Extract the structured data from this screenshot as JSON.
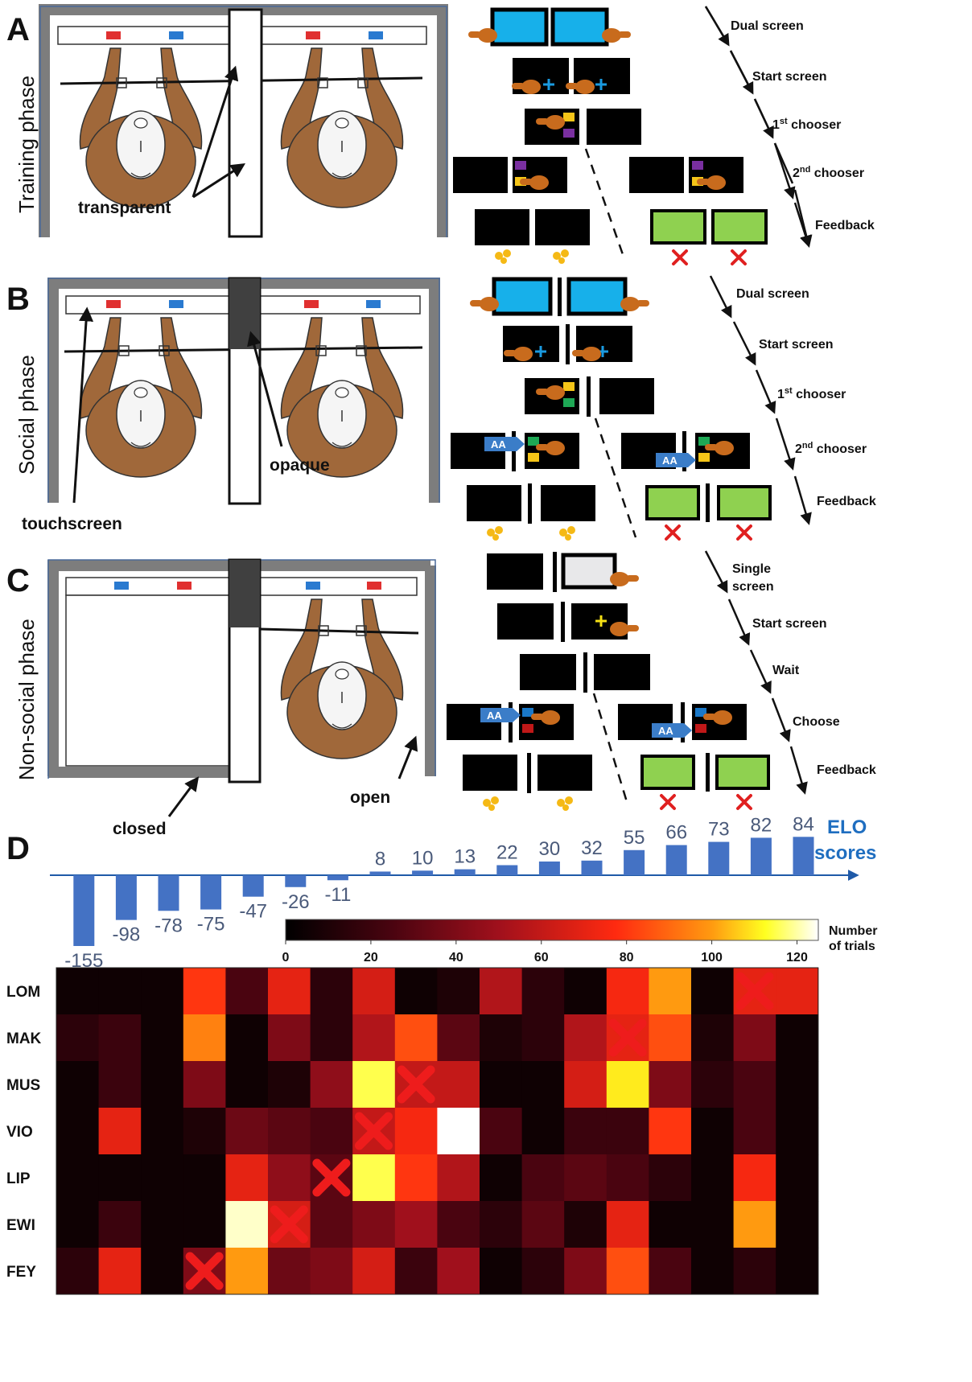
{
  "panels": {
    "A": {
      "letter": "A",
      "phase": "Training phase",
      "annotations": [
        "transparent"
      ],
      "steps": [
        "Dual screen",
        "Start screen",
        "1st chooser",
        "2nd chooser",
        "Feedback"
      ]
    },
    "B": {
      "letter": "B",
      "phase": "Social phase",
      "annotations": [
        "opaque",
        "touchscreen"
      ],
      "steps": [
        "Dual screen",
        "Start screen",
        "1st chooser",
        "2nd chooser",
        "Feedback"
      ]
    },
    "C": {
      "letter": "C",
      "phase": "Non-social phase",
      "annotations": [
        "open",
        "closed"
      ],
      "steps": [
        "Single screen",
        "Start screen",
        "Wait",
        "Choose",
        "Feedback"
      ]
    },
    "D": {
      "letter": "D"
    }
  },
  "badge_text": "AA",
  "elo": {
    "title_line1": "ELO",
    "title_line2": "scores",
    "values": [
      -155,
      -98,
      -78,
      -75,
      -47,
      -26,
      -11,
      8,
      10,
      13,
      22,
      30,
      32,
      55,
      66,
      73,
      82,
      84
    ]
  },
  "colorbar": {
    "title_line1": "Number",
    "title_line2": "of trials",
    "ticks": [
      0,
      20,
      40,
      60,
      80,
      100,
      120
    ],
    "max": 125
  },
  "chart_data": {
    "type": "heatmap",
    "rows": [
      "LOM",
      "MAK",
      "MUS",
      "VIO",
      "LIP",
      "EWI",
      "FEY"
    ],
    "values": [
      [
        5,
        5,
        5,
        80,
        25,
        70,
        15,
        65,
        5,
        10,
        55,
        15,
        5,
        75,
        100,
        5,
        70,
        70
      ],
      [
        15,
        20,
        5,
        95,
        5,
        40,
        15,
        55,
        85,
        30,
        10,
        15,
        55,
        70,
        85,
        10,
        40,
        5
      ],
      [
        5,
        20,
        5,
        40,
        5,
        10,
        45,
        115,
        60,
        60,
        5,
        5,
        65,
        110,
        40,
        15,
        25,
        5
      ],
      [
        5,
        70,
        5,
        10,
        35,
        30,
        25,
        60,
        75,
        125,
        25,
        5,
        20,
        20,
        80,
        5,
        25,
        5
      ],
      [
        5,
        5,
        5,
        5,
        70,
        45,
        30,
        115,
        80,
        55,
        5,
        25,
        30,
        25,
        15,
        5,
        75,
        5
      ],
      [
        5,
        20,
        5,
        5,
        122,
        65,
        30,
        40,
        50,
        25,
        15,
        30,
        10,
        70,
        5,
        5,
        100,
        5
      ],
      [
        15,
        70,
        5,
        40,
        100,
        35,
        40,
        65,
        20,
        50,
        5,
        15,
        40,
        85,
        25,
        5,
        15,
        5
      ]
    ],
    "crosses": [
      [
        0,
        16
      ],
      [
        1,
        13
      ],
      [
        2,
        8
      ],
      [
        3,
        7
      ],
      [
        4,
        6
      ],
      [
        5,
        5
      ],
      [
        6,
        3
      ]
    ]
  }
}
